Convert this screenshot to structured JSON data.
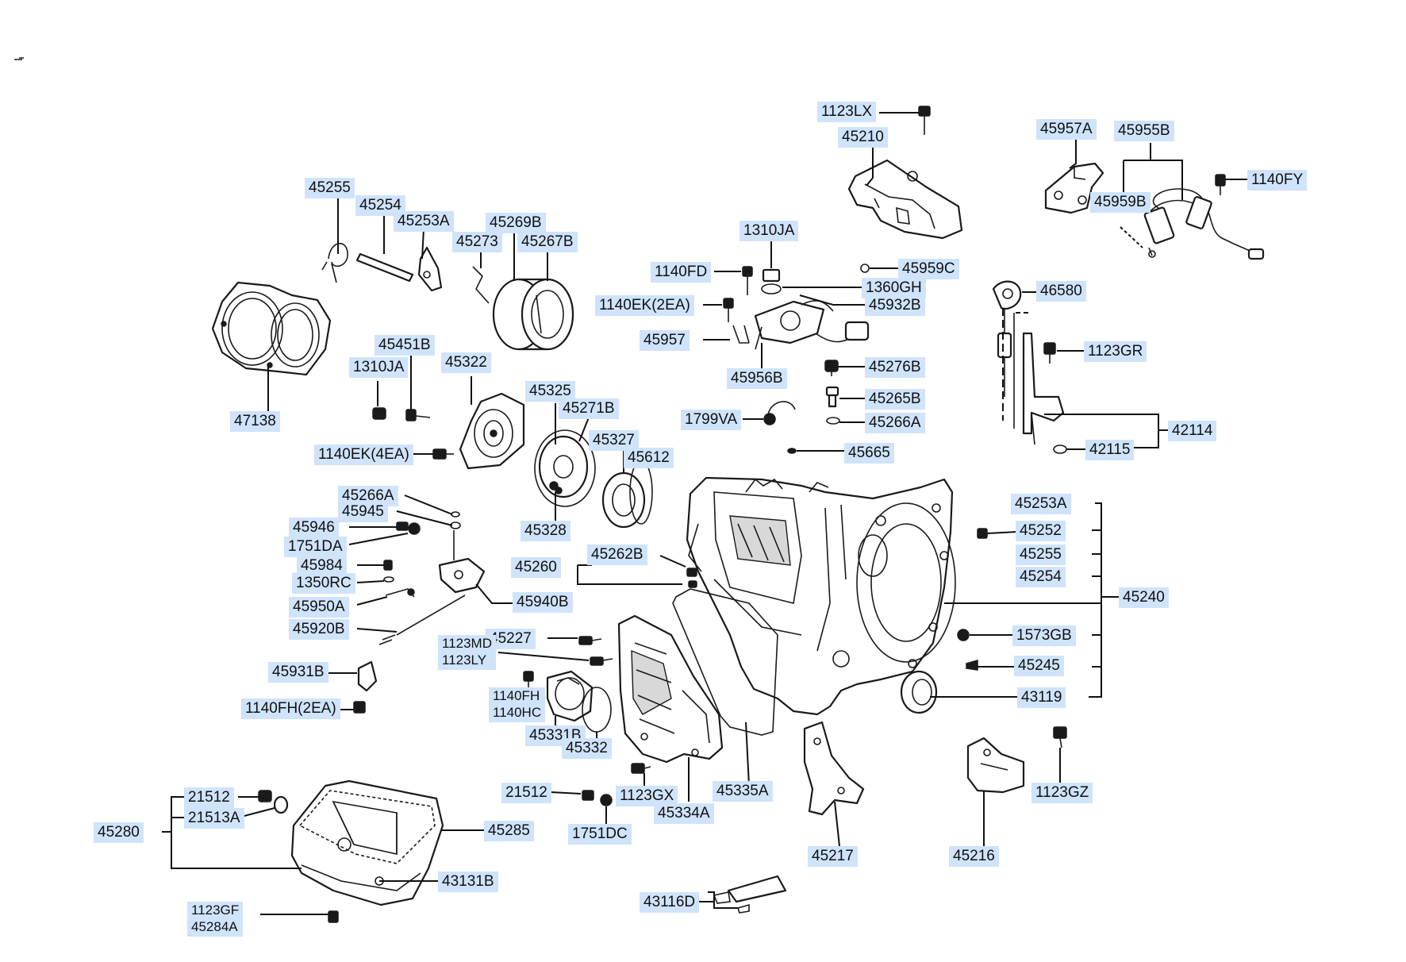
{
  "labels": {
    "p1123LX": "1123LX",
    "p45210": "45210",
    "p45957A": "45957A",
    "p45955B": "45955B",
    "p1140FY": "1140FY",
    "p45959B": "45959B",
    "p45255a": "45255",
    "p45254a": "45254",
    "p45253Aa": "45253A",
    "p45269B": "45269B",
    "p45273": "45273",
    "p45267B": "45267B",
    "p1310JAa": "1310JA",
    "p1140FD": "1140FD",
    "p45959C": "45959C",
    "p1360GH": "1360GH",
    "p1140EK2": "1140EK(2EA)",
    "p45932B": "45932B",
    "p46580": "46580",
    "p45957": "45957",
    "p1123GR": "1123GR",
    "p45956B": "45956B",
    "p45276B": "45276B",
    "p45451B": "45451B",
    "p1310JAb": "1310JA",
    "p45322": "45322",
    "p45325": "45325",
    "p45271B": "45271B",
    "p45265B": "45265B",
    "p1799VA": "1799VA",
    "p45266Aa": "45266A",
    "p42114": "42114",
    "p47138": "47138",
    "p45327": "45327",
    "p42115": "42115",
    "p1140EK4": "1140EK(4EA)",
    "p45612": "45612",
    "p45665": "45665",
    "p45266Ab": "45266A",
    "p45945": "45945",
    "p45253Ab": "45253A",
    "p45946": "45946",
    "p45328": "45328",
    "p45252": "45252",
    "p1751DA": "1751DA",
    "p45255b": "45255",
    "p45262B": "45262B",
    "p45984": "45984",
    "p45260": "45260",
    "p45254b": "45254",
    "p1350RC": "1350RC",
    "p45240": "45240",
    "p45940B": "45940B",
    "p45950A": "45950A",
    "p45920B": "45920B",
    "p45227": "45227",
    "p1573GB": "1573GB",
    "p1123MD": "1123MD",
    "p1123LY": "1123LY",
    "p45245": "45245",
    "p45931B": "45931B",
    "p43119": "43119",
    "p1140FH": "1140FH",
    "p1140HC": "1140HC",
    "p1140FH2": "1140FH(2EA)",
    "p45331B": "45331B",
    "p45332": "45332",
    "p21512a": "21512",
    "p1123GX": "1123GX",
    "p45335A": "45335A",
    "p1123GZ": "1123GZ",
    "p21512b": "21512",
    "p21513A": "21513A",
    "p45334A": "45334A",
    "p45280": "45280",
    "p45285": "45285",
    "p1751DC": "1751DC",
    "p45217": "45217",
    "p45216": "45216",
    "p43131B": "43131B",
    "p43116D": "43116D",
    "p1123GF": "1123GF",
    "p45284A": "45284A"
  },
  "colors": {
    "label_bg": "#cfe3fb",
    "line": "#1a1a1a"
  }
}
